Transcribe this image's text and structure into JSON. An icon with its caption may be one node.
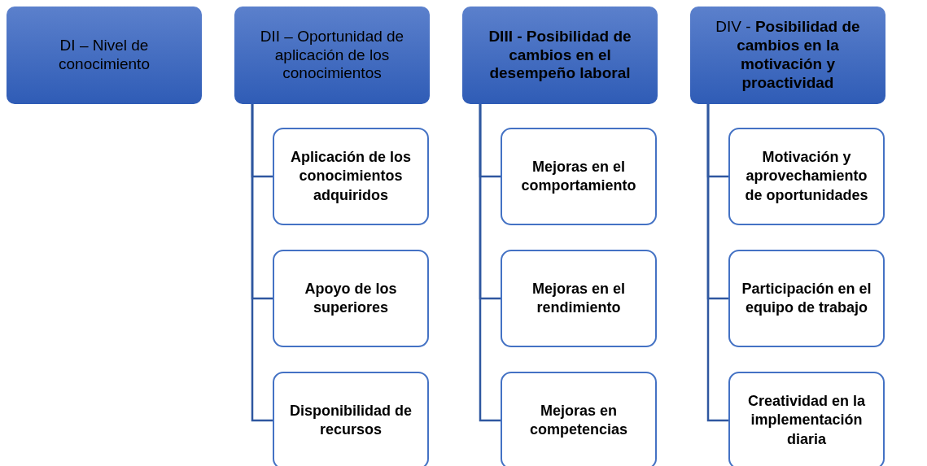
{
  "diagram": {
    "nodes": [
      {
        "text": [
          "DI – Nivel de conocimiento"
        ]
      },
      {
        "text": [
          "DII – Oportunidad de aplicación de los conocimientos"
        ]
      },
      {
        "text": [
          "Aplicación de los conocimientos adquiridos"
        ]
      },
      {
        "text": [
          "Apoyo de los superiores"
        ]
      },
      {
        "text": [
          "Disponibilidad de recursos"
        ]
      },
      {
        "text": [
          "DIII - Posibilidad de cambios en el desempeño laboral"
        ]
      },
      {
        "text": [
          "Mejoras en el comportamiento"
        ]
      },
      {
        "text": [
          "Mejoras en el rendimiento"
        ]
      },
      {
        "text": [
          "Mejoras en competencias"
        ]
      },
      {
        "text": [
          "DIV - **Posibilidad de cambios en la motivación y proactividad**"
        ]
      },
      {
        "text": [
          "Motivación y aprovechamiento de oportunidades"
        ]
      },
      {
        "text": [
          "Participación en el equipo de trabajo"
        ]
      },
      {
        "text": [
          "Creatividad en la implementación diaria"
        ]
      }
    ],
    "edges": [
      {
        "from": 1,
        "to": 2,
        "arrow": "none"
      },
      {
        "from": 1,
        "to": 3,
        "arrow": "none"
      },
      {
        "from": 1,
        "to": 4,
        "arrow": "none"
      },
      {
        "from": 5,
        "to": 6,
        "arrow": "none"
      },
      {
        "from": 5,
        "to": 7,
        "arrow": "none"
      },
      {
        "from": 5,
        "to": 8,
        "arrow": "none"
      },
      {
        "from": 9,
        "to": 10,
        "arrow": "none"
      },
      {
        "from": 9,
        "to": 11,
        "arrow": "none"
      },
      {
        "from": 9,
        "to": 12,
        "arrow": "none"
      }
    ]
  }
}
